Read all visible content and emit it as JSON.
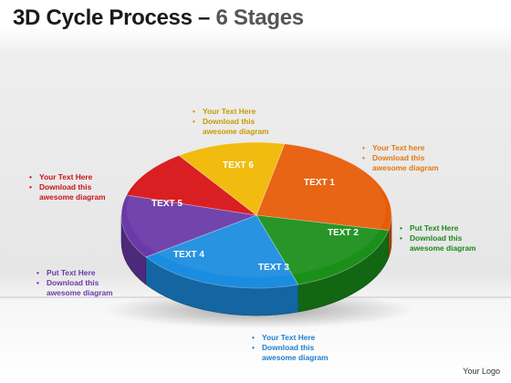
{
  "title": {
    "main": "3D Cycle Process",
    "dash": " – ",
    "sub": "6 Stages"
  },
  "segments": [
    {
      "label": "TEXT 1",
      "color": "#e65c06"
    },
    {
      "label": "TEXT 2",
      "color": "#1a8f1a"
    },
    {
      "label": "TEXT 3",
      "color": "#1b8de0"
    },
    {
      "label": "TEXT 4",
      "color": "#6a3aa8"
    },
    {
      "label": "TEXT 5",
      "color": "#d81216"
    },
    {
      "label": "TEXT 6",
      "color": "#f1b800"
    }
  ],
  "notes": [
    {
      "lines": [
        "Your Text here",
        "Download this awesome diagram"
      ],
      "color": "#e07a10"
    },
    {
      "lines": [
        "Put Text Here",
        "Download this awesome diagram"
      ],
      "color": "#1b8a1b"
    },
    {
      "lines": [
        "Your Text Here",
        "Download this awesome diagram"
      ],
      "color": "#1c7fd0"
    },
    {
      "lines": [
        "Put Text Here",
        "Download this awesome diagram"
      ],
      "color": "#6a3aa8"
    },
    {
      "lines": [
        "Your Text Here",
        "Download this awesome diagram"
      ],
      "color": "#c8161b"
    },
    {
      "lines": [
        "Your Text Here",
        "Download this awesome diagram"
      ],
      "color": "#c89a00"
    }
  ],
  "brand": "Your Logo"
}
